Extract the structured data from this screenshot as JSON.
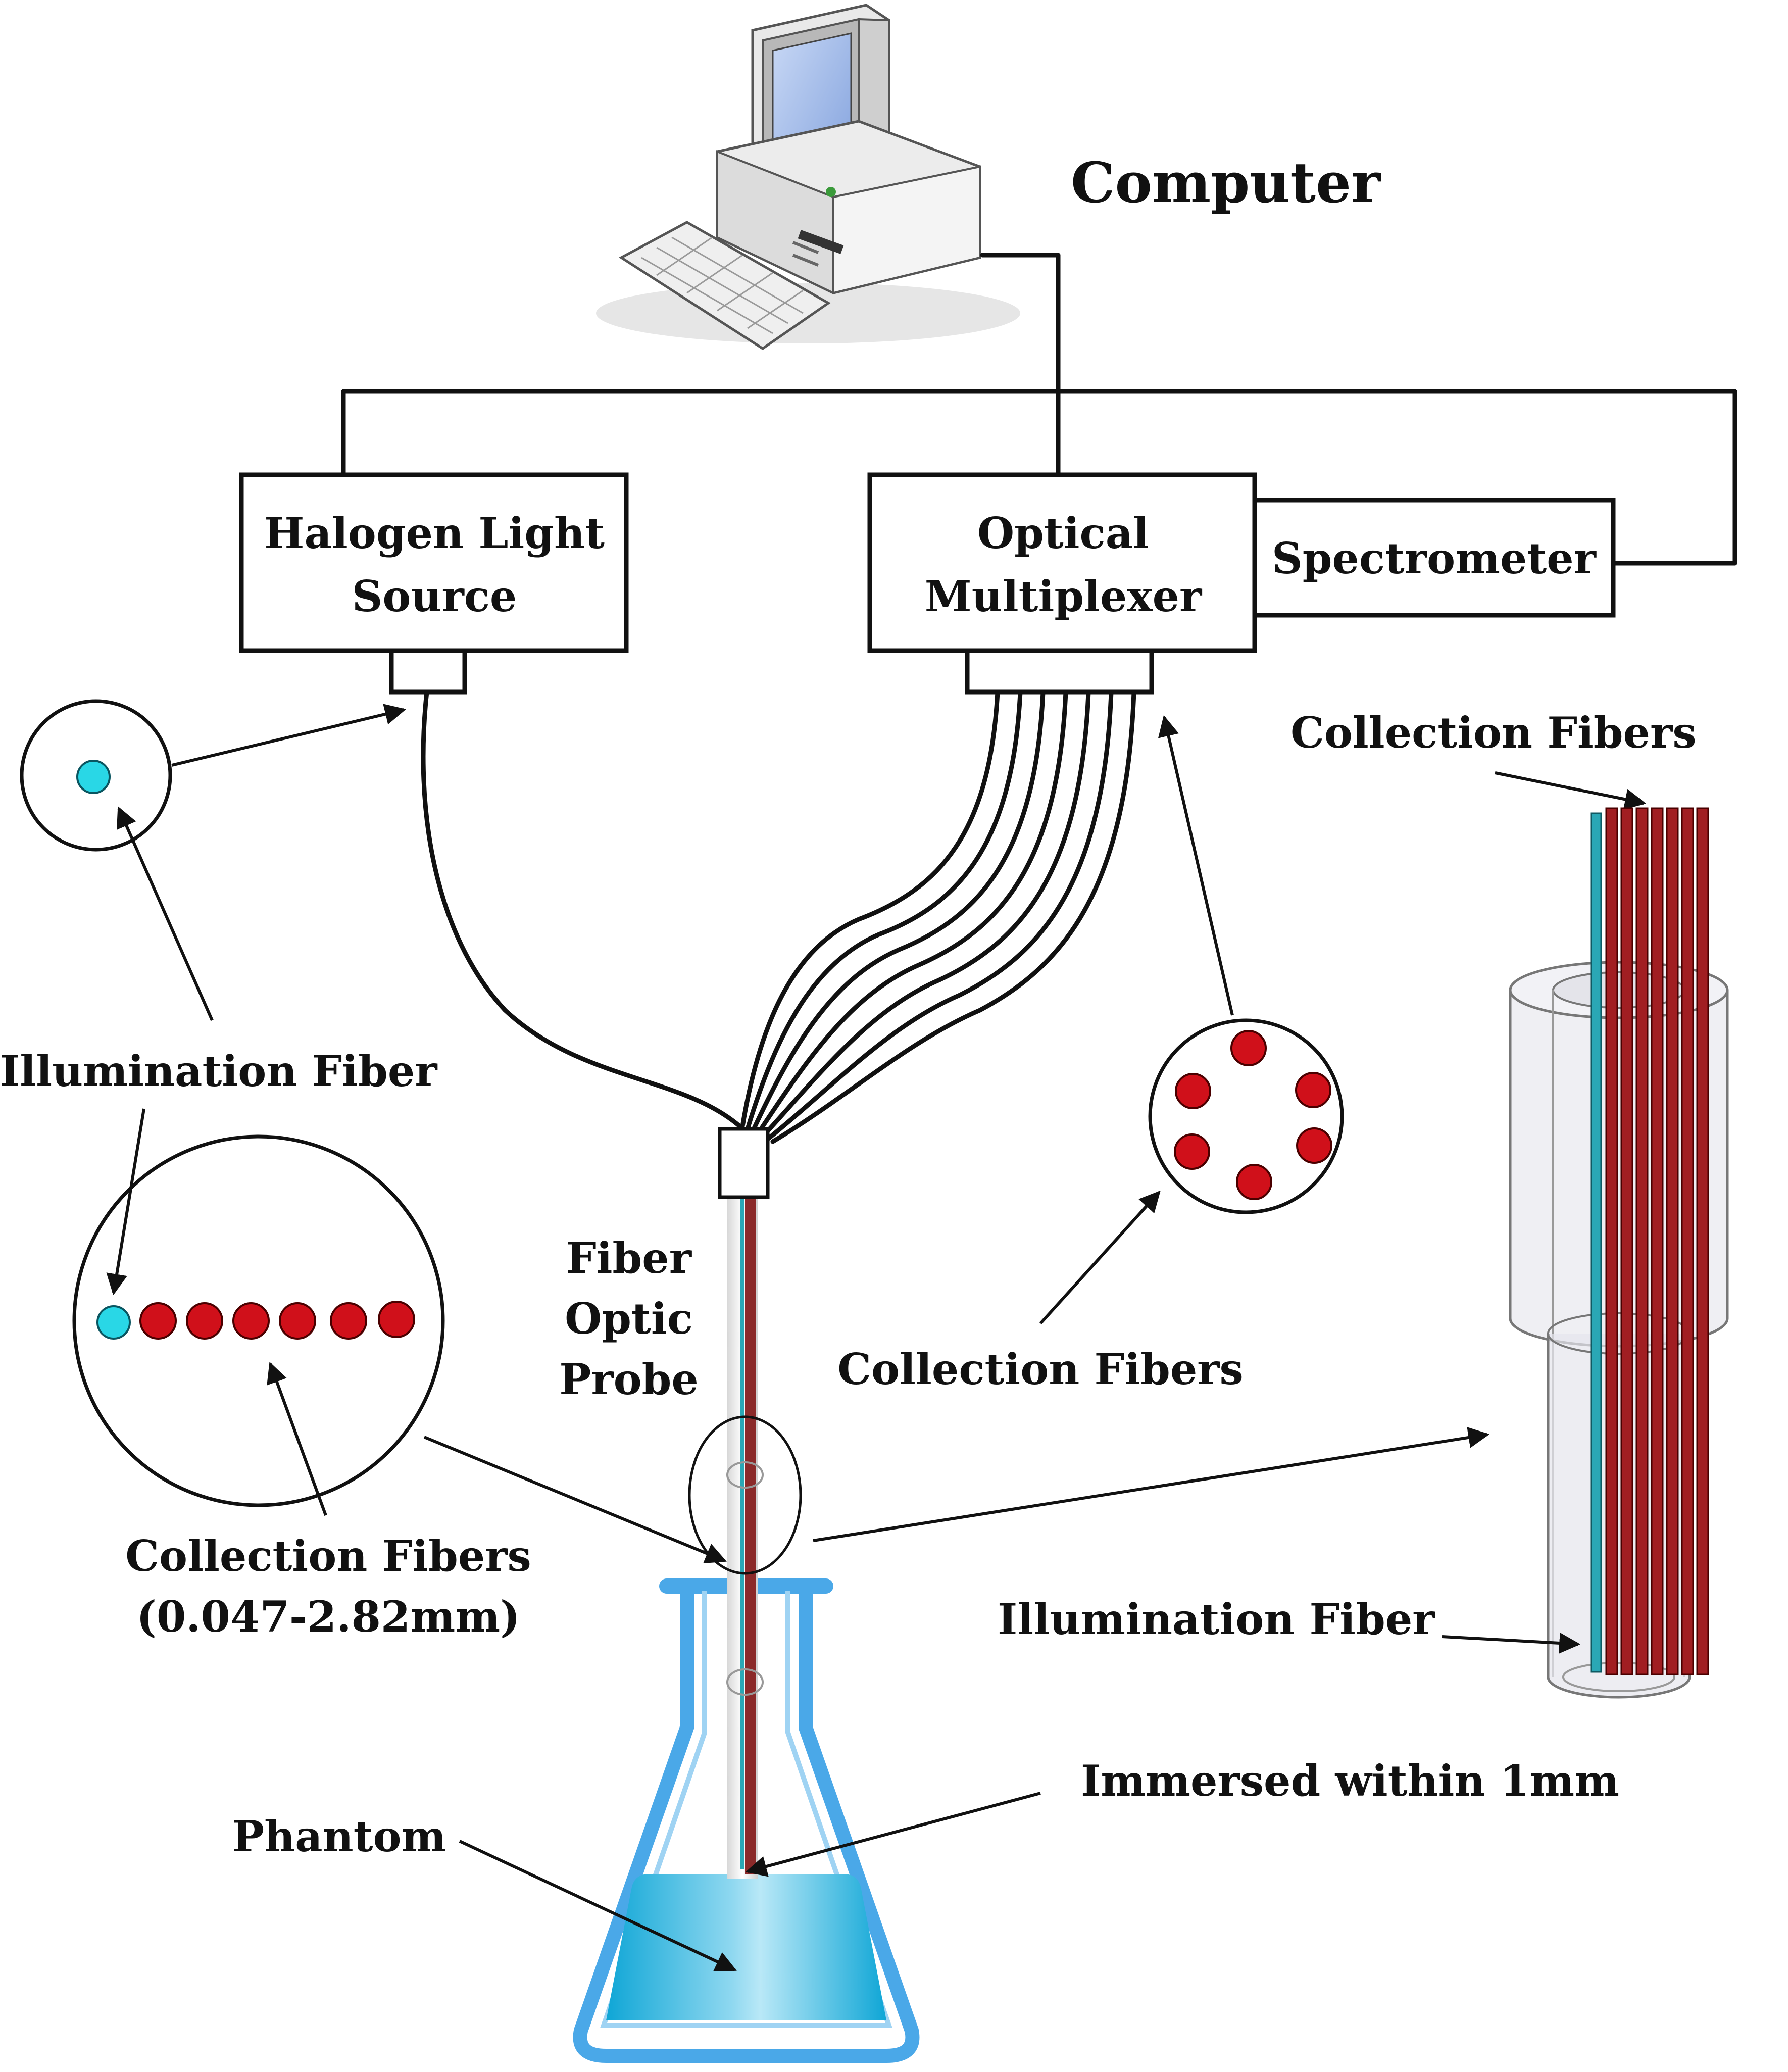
{
  "labels": {
    "computer": "Computer",
    "halogen_line1": "Halogen Light",
    "halogen_line2": "Source",
    "multiplexer_line1": "Optical",
    "multiplexer_line2": "Multiplexer",
    "spectrometer": "Spectrometer",
    "collection_fibers_top_right": "Collection Fibers",
    "illumination_fiber_left": "Illumination Fiber",
    "probe_line1": "Fiber",
    "probe_line2": "Optic",
    "probe_line3": "Probe",
    "collection_fibers_middle": "Collection Fibers",
    "collection_fibers_left_line1": "Collection Fibers",
    "collection_fibers_left_line2": "(0.047-2.82mm)",
    "illumination_fiber_right": "Illumination Fiber",
    "immersed": "Immersed within 1mm",
    "phantom": "Phantom"
  },
  "colors": {
    "collection_fiber": "#d0101a",
    "illumination_fiber": "#29d7e6",
    "probe_fiber": "#8b2a2a",
    "flask": "#4aa8e8",
    "liquid": "#1bb3de",
    "wire": "#111111"
  },
  "icons": {
    "computer": "computer-icon",
    "flask": "flask-icon"
  }
}
